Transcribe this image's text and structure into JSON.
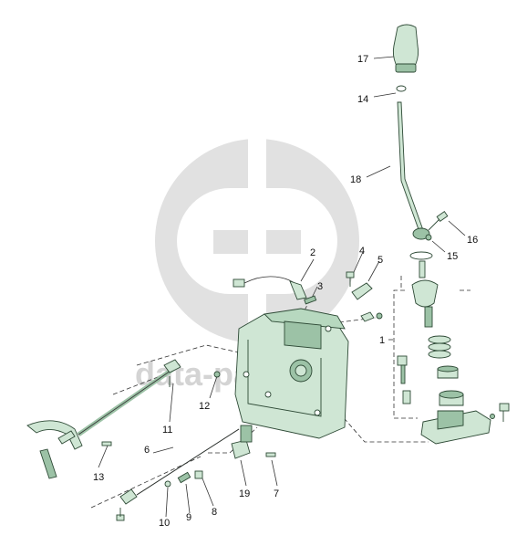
{
  "watermark": {
    "text": "data-parts"
  },
  "colors": {
    "part_fill": "#cfe6d4",
    "part_dark": "#9cc2a6",
    "outline": "#2e4a36",
    "watermark": "#dcdcdc"
  },
  "callouts": [
    "1",
    "2",
    "3",
    "4",
    "5",
    "6",
    "7",
    "8",
    "9",
    "10",
    "11",
    "12",
    "13",
    "14",
    "15",
    "16",
    "17",
    "18",
    "19"
  ]
}
